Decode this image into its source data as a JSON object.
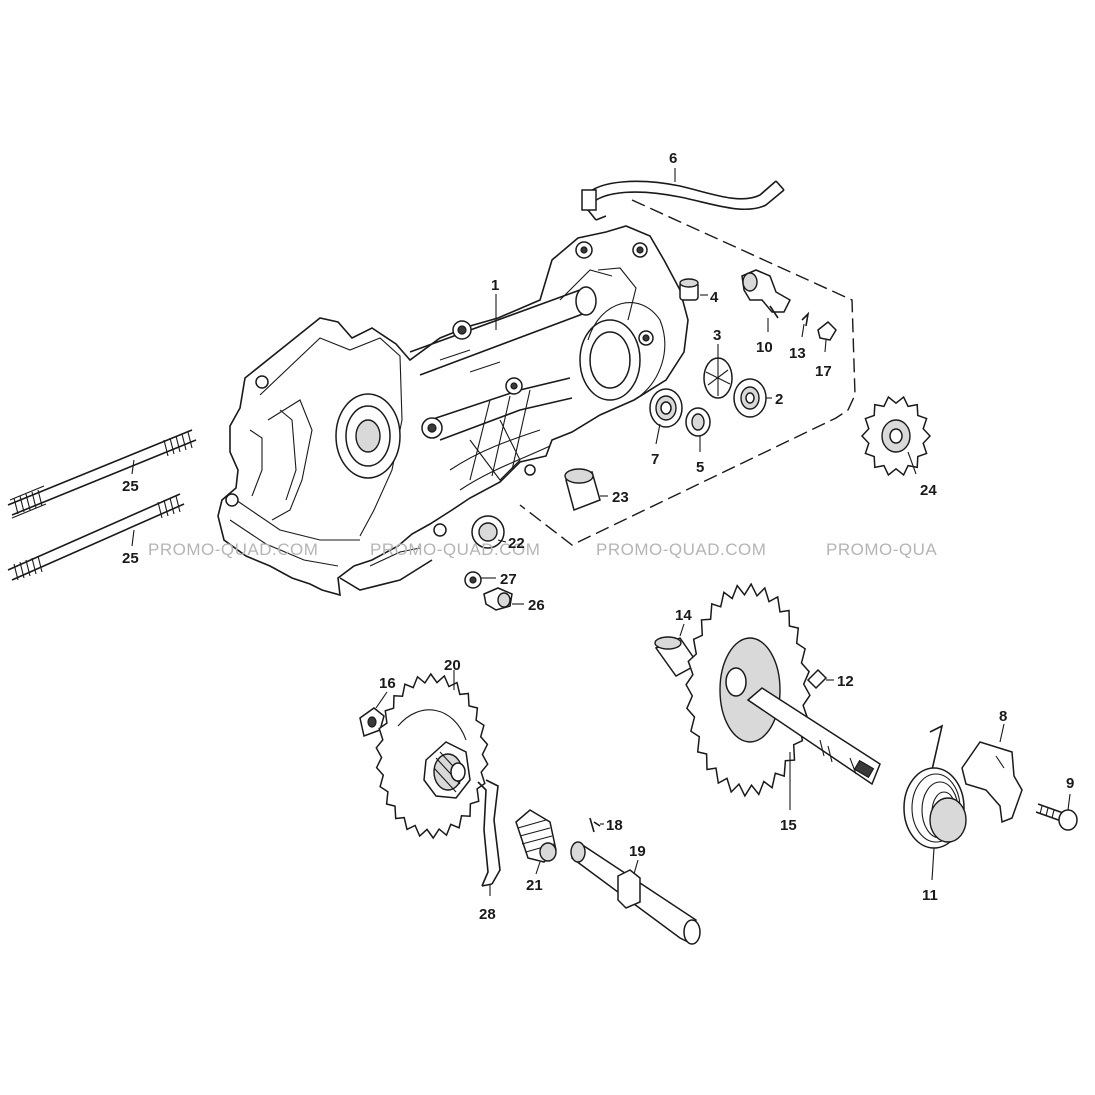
{
  "watermark": {
    "text_1": "PROMO-QUAD.COM",
    "text_2": "PROMO-QUAD.COM",
    "text_3": "PROMO-QUAD.COM",
    "text_4": "PROMO-QUA"
  },
  "labels": {
    "p1": "1",
    "p2": "2",
    "p3": "3",
    "p4": "4",
    "p5": "5",
    "p6": "6",
    "p7": "7",
    "p8": "8",
    "p9": "9",
    "p10": "10",
    "p11": "11",
    "p12": "12",
    "p13": "13",
    "p14": "14",
    "p15": "15",
    "p16": "16",
    "p17": "17",
    "p18": "18",
    "p19": "19",
    "p20": "20",
    "p21": "21",
    "p22": "22",
    "p23": "23",
    "p24": "24",
    "p25a": "25",
    "p25b": "25",
    "p26": "26",
    "p27": "27",
    "p28": "28"
  }
}
